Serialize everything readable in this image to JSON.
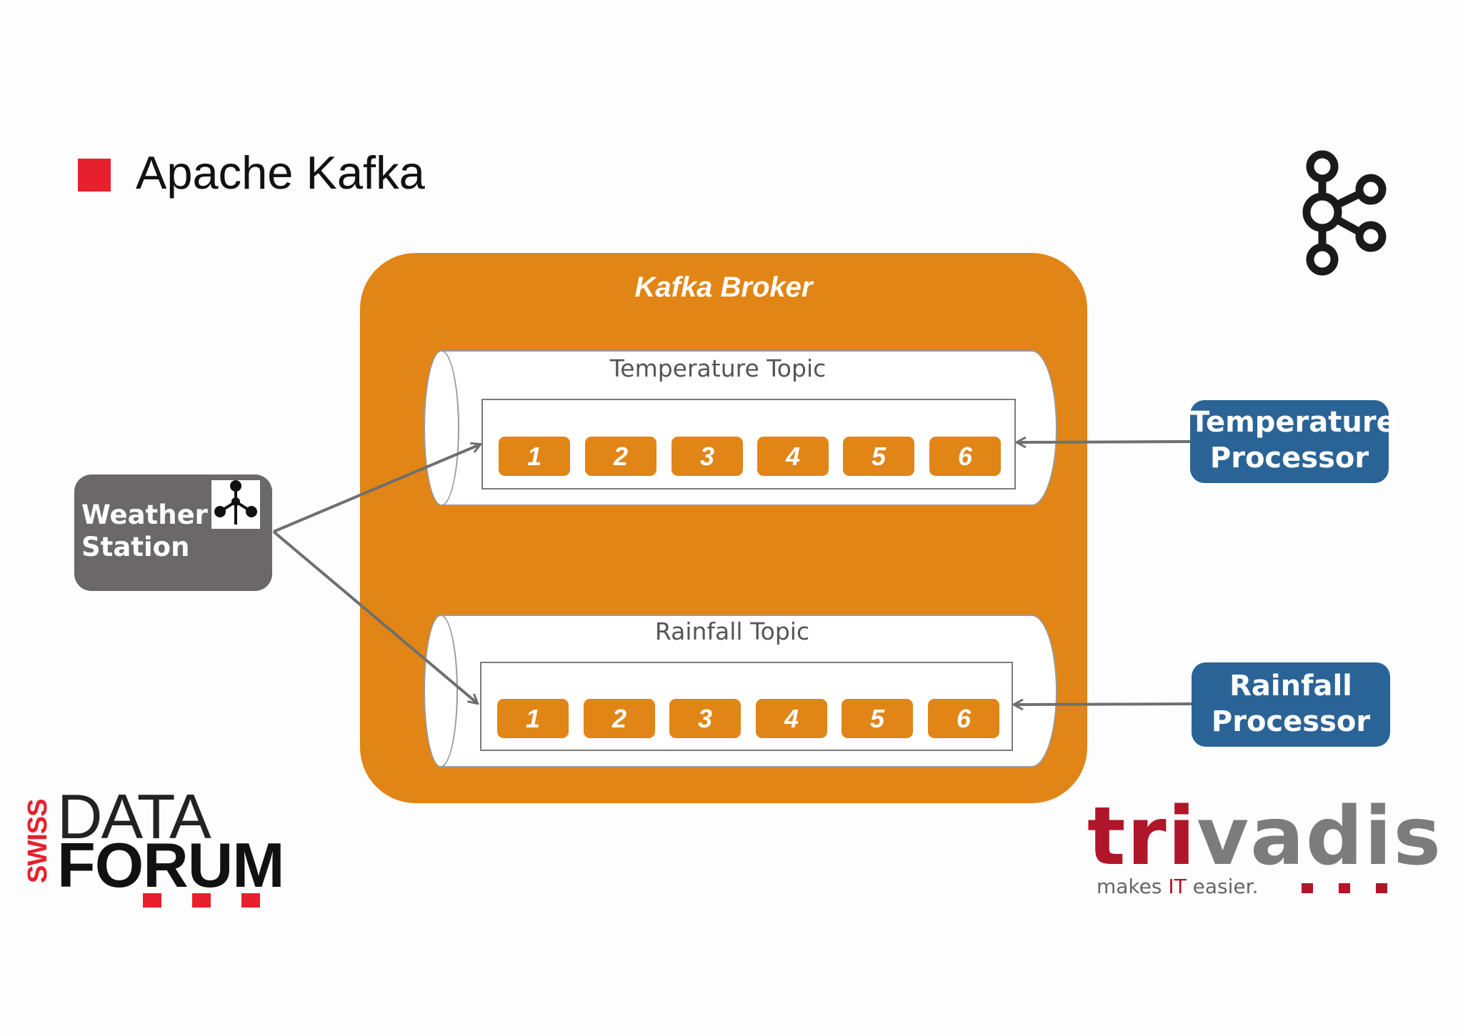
{
  "title": "Apache Kafka",
  "broker": {
    "title": "Kafka Broker"
  },
  "topics": [
    {
      "name": "Temperature Topic",
      "messages": [
        "1",
        "2",
        "3",
        "4",
        "5",
        "6"
      ]
    },
    {
      "name": "Rainfall Topic",
      "messages": [
        "1",
        "2",
        "3",
        "4",
        "5",
        "6"
      ]
    }
  ],
  "producer": {
    "label": "Weather\nStation"
  },
  "consumers": [
    {
      "line1": "Temperature",
      "line2": "Processor"
    },
    {
      "line1": "Rainfall",
      "line2": "Processor"
    }
  ],
  "logos": {
    "swiss_data_forum": {
      "swiss": "SWISS",
      "data": "DATA",
      "forum": "FORUM"
    },
    "trivadis": {
      "tri": "tri",
      "vadis": "vadis",
      "tagline_pre": "makes ",
      "tagline_it": "IT",
      "tagline_post": " easier."
    }
  },
  "colors": {
    "accent_red": "#e8202e",
    "broker_orange": "#e18517",
    "processor_blue": "#2a6496",
    "station_gray": "#6a6869"
  }
}
